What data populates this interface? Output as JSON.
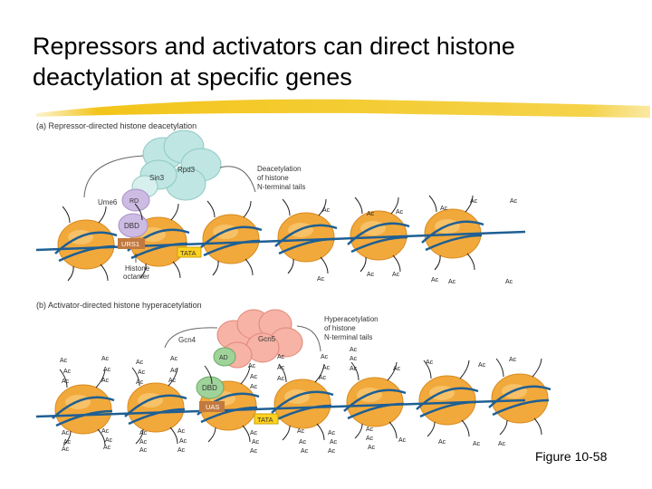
{
  "slide": {
    "title_line1": "Repressors and activators can direct histone",
    "title_line2": "deactylation at specific genes",
    "caption": "Figure 10-58"
  },
  "panel_a": {
    "heading": "(a)  Repressor-directed histone deacetylation",
    "labels": {
      "rpd3": "Rpd3",
      "sin3": "Sin3",
      "ume6": "Ume6",
      "rd": "RD",
      "dbd": "DBD",
      "urs1": "URS1",
      "tata": "TATA",
      "histone_octamer_1": "Histone",
      "histone_octamer_2": "octamer",
      "effect_1": "Deacetylation",
      "effect_2": "of histone",
      "effect_3": "N-terminal tails"
    }
  },
  "panel_b": {
    "heading": "(b)  Activator-directed histone hyperacetylation",
    "labels": {
      "gcn4": "Gcn4",
      "gcn5": "Gcn5",
      "ad": "AD",
      "dbd": "DBD",
      "uas": "UAS",
      "tata": "TATA",
      "effect_1": "Hyperacetylation",
      "effect_2": "of histone",
      "effect_3": "N-terminal tails"
    }
  },
  "acetyl_label": "Ac",
  "colors": {
    "nucleosome": "#f2a93b",
    "dna": "#1f5f93",
    "rpd3_sin3_complex": "#bfe6e3",
    "gcn5_complex": "#f6b3a6",
    "dbd_protein": "#cdbbe3",
    "activator": "#9fd39a",
    "urs1_box": "#c2793f",
    "tata_box": "#ffd21f",
    "title_underline": "#f2cc2c"
  }
}
